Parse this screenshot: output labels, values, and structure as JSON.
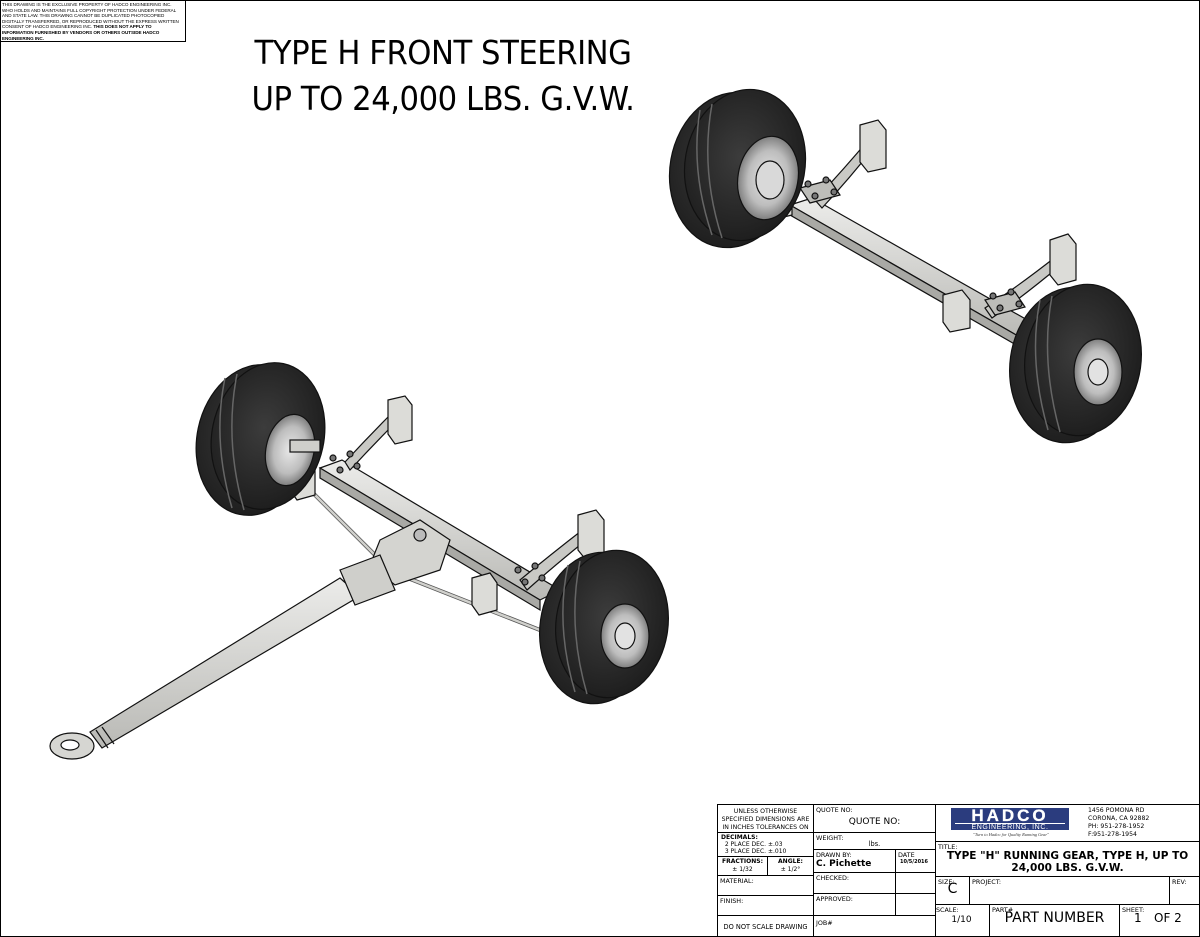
{
  "copyright_notice": {
    "text": "THIS DRAWING IS THE EXCLUSIVE PROPERTY OF HADCO ENGINEERING INC. WHO HOLDS AND MAINTAINS FULL COPYRIGHT PROTECTION UNDER FEDERAL AND STATE LAW. THIS DRAWING CANNOT BE DUPLICATED PHOTOCOPIED DIGITALLY TRANSFERRED, OR REPRODUCED WITHOUT THE EXPRESS WRITTEN CONSENT OF HADCO ENGINEERING INC.",
    "emphasis": "THIS DOES NOT APPLY TO INFORMATION FURNISHED BY VENDORS OR OTHERS OUTSIDE HADCO ENGINEERING INC."
  },
  "headline": {
    "line1": "TYPE H FRONT STEERING",
    "line2": "UP TO 24,000 LBS. G.V.W."
  },
  "illustrations": [
    {
      "name": "axle-assembly-view",
      "description": "Isometric render of straight axle with leaf springs, hangers and two tires"
    },
    {
      "name": "front-steering-gear-view",
      "description": "Isometric render of front steering running gear with tongue, eye ring, tie rods and two tires"
    }
  ],
  "colors": {
    "tire": "#2a2a2a",
    "steel": "#d8d8d4",
    "outline": "#111111",
    "logo_bg": "#2b3c7e"
  },
  "title_block": {
    "tolerances": {
      "header": "UNLESS OTHERWISE SPECIFIED DIMENSIONS ARE IN INCHES TOLERANCES ON",
      "decimals_label": "DECIMALS:",
      "two_place": "2 PLACE DEC. ±.03",
      "three_place": "3 PLACE DEC. ±.010",
      "fractions_label": "FRACTIONS:",
      "fractions_value": "± 1/32",
      "angle_label": "ANGLE:",
      "angle_value": "± 1/2°"
    },
    "material_label": "MATERIAL:",
    "finish_label": "FINISH:",
    "do_not_scale": "DO NOT SCALE DRAWING",
    "quote_label": "QUOTE NO:",
    "quote_value": "QUOTE NO:",
    "weight_label": "WEIGHT:",
    "weight_value": "lbs.",
    "drawn_by_label": "DRAWN BY:",
    "drawn_by_value": "C. Pichette",
    "date_label": "DATE",
    "date_value": "10/5/2016",
    "checked_label": "CHECKED:",
    "approved_label": "APPROVED:",
    "job_label": "JOB#",
    "company": {
      "logo_main": "HADCO",
      "logo_sub": "ENGINEERING, INC.",
      "tagline": "\"Turn to Hadco for Quality Running Gear\"",
      "address1": "1456 POMONA RD",
      "address2": "CORONA, CA 92882",
      "phone": "PH: 951-278-1952",
      "fax": "F:951-278-1954"
    },
    "title_label": "TITLE:",
    "title_value": "TYPE \"H\" RUNNING GEAR, TYPE H, UP TO 24,000 LBS. G.V.W.",
    "size_label": "SIZE:",
    "size_value": "C",
    "project_label": "PROJECT:",
    "rev_label": "REV:",
    "scale_label": "SCALE:",
    "scale_value": "1/10",
    "part_label": "PART#",
    "part_value": "PART NUMBER",
    "sheet_label": "SHEET:",
    "sheet_value": "1",
    "sheet_of": "OF 2"
  }
}
